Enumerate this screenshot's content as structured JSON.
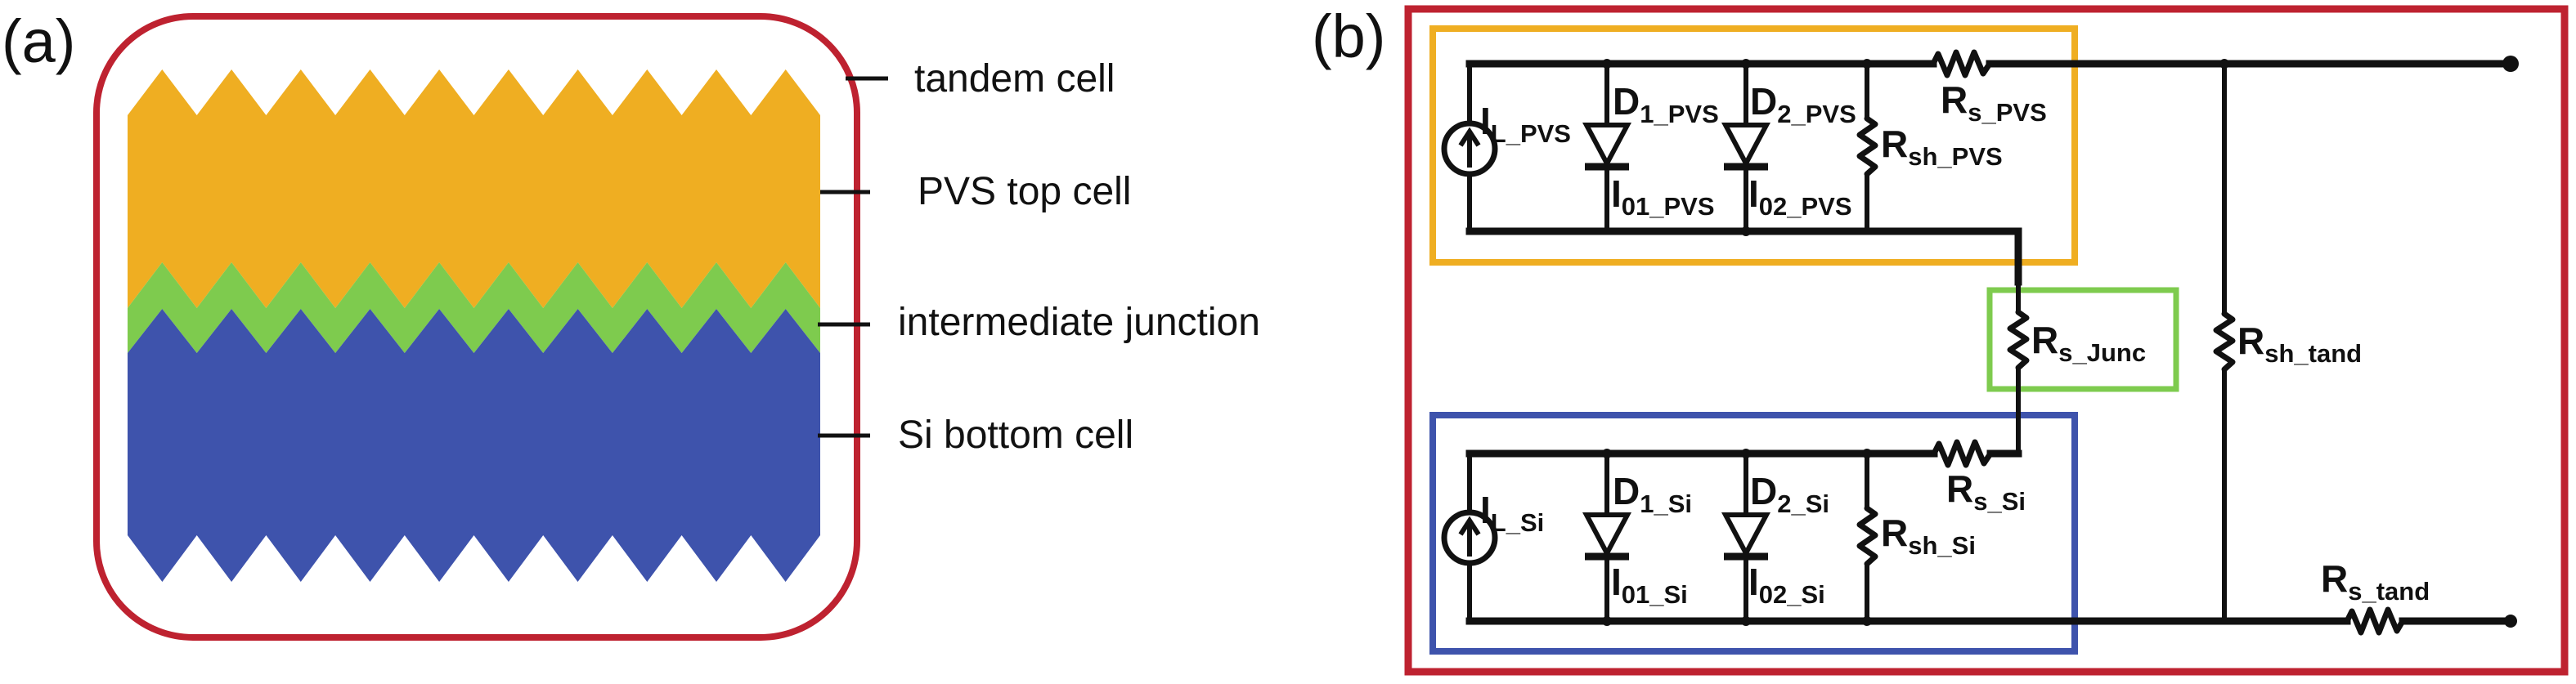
{
  "figure": {
    "panel_a": {
      "label": "(a)",
      "outline_color": "#BE2230",
      "layers": [
        {
          "id": "pvs",
          "name": "PVS top cell",
          "color": "#EFAE22"
        },
        {
          "id": "junction",
          "name": "intermediate junction",
          "color": "#7ECB4E"
        },
        {
          "id": "si",
          "name": "Si bottom cell",
          "color": "#3E53AC"
        }
      ],
      "callouts": [
        {
          "id": "tandem",
          "text": "tandem cell"
        },
        {
          "id": "pvs",
          "text": "PVS top cell"
        },
        {
          "id": "junction",
          "text": "intermediate junction"
        },
        {
          "id": "si",
          "text": "Si bottom cell"
        }
      ],
      "texture_teeth": 10
    },
    "panel_b": {
      "label": "(b)",
      "colors": {
        "tandem_box": "#BE2230",
        "pvs_box": "#EFAE22",
        "junction_box": "#7ECB4E",
        "si_box": "#3E53AC",
        "wire": "#111111"
      },
      "pvs_subcell": {
        "current_source": {
          "main": "I",
          "sub": "L_PVS"
        },
        "diode1": {
          "main": "D",
          "sub": "1_PVS"
        },
        "diode1_current": {
          "main": "I",
          "sub": "01_PVS"
        },
        "diode2": {
          "main": "D",
          "sub": "2_PVS"
        },
        "diode2_current": {
          "main": "I",
          "sub": "02_PVS"
        },
        "shunt_resistor": {
          "main": "R",
          "sub": "sh_PVS"
        },
        "series_resistor": {
          "main": "R",
          "sub": "s_PVS"
        }
      },
      "junction": {
        "series_resistor": {
          "main": "R",
          "sub": "s_Junc"
        }
      },
      "si_subcell": {
        "current_source": {
          "main": "I",
          "sub": "L_Si"
        },
        "diode1": {
          "main": "D",
          "sub": "1_Si"
        },
        "diode1_current": {
          "main": "I",
          "sub": "01_Si"
        },
        "diode2": {
          "main": "D",
          "sub": "2_Si"
        },
        "diode2_current": {
          "main": "I",
          "sub": "02_Si"
        },
        "shunt_resistor": {
          "main": "R",
          "sub": "sh_Si"
        },
        "series_resistor": {
          "main": "R",
          "sub": "s_Si"
        }
      },
      "tandem": {
        "shunt_resistor": {
          "main": "R",
          "sub": "sh_tand"
        },
        "series_resistor": {
          "main": "R",
          "sub": "s_tand"
        }
      }
    }
  }
}
